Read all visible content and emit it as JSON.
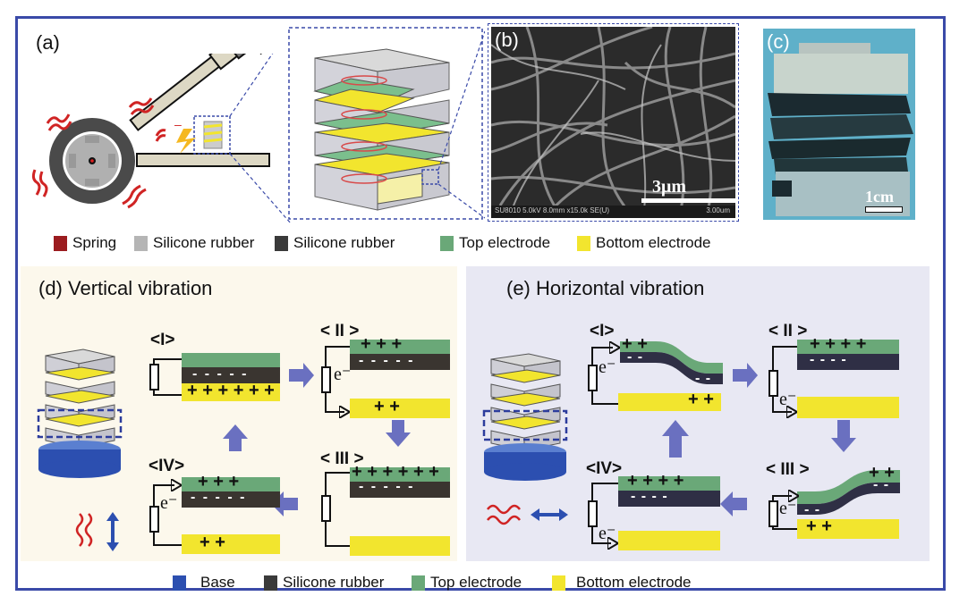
{
  "figure": {
    "panels": {
      "a": {
        "label": "(a)"
      },
      "b": {
        "label": "(b)",
        "scale_bar": "3μm",
        "sem_footer_left": "SU8010 5.0kV 8.0mm x15.0k SE(U)",
        "sem_footer_right": "3.00um"
      },
      "c": {
        "label": "(c)",
        "scale_bar": "1cm"
      },
      "d": {
        "title": "(d) Vertical vibration",
        "stages": {
          "I": "<I>",
          "II": "< II >",
          "III": "< III >",
          "IV": "<IV>"
        },
        "electron": "e⁻"
      },
      "e": {
        "title": "(e) Horizontal vibration",
        "stages": {
          "I": "<I>",
          "II": "< II >",
          "III": "< III >",
          "IV": "<IV>"
        },
        "electron": "e⁻"
      }
    },
    "legend_top": [
      {
        "label": "Spring",
        "color": "#9b1c1f"
      },
      {
        "label": "Silicone rubber",
        "color": "#b5b5b5"
      },
      {
        "label": "Silicone rubber",
        "color": "#3a3a3a"
      },
      {
        "label": "Top electrode",
        "color": "#6aa878"
      },
      {
        "label": "Bottom electrode",
        "color": "#f2e52e"
      }
    ],
    "legend_bottom": [
      {
        "label": "Base",
        "color": "#2c4fb0"
      },
      {
        "label": "Silicone rubber",
        "color": "#3a3a3a"
      },
      {
        "label": "Top electrode",
        "color": "#6aa878"
      },
      {
        "label": "Bottom electrode",
        "color": "#f2e52e"
      }
    ],
    "charges": {
      "d_I_bottom": "+ + + + + +",
      "d_I_mid": "-  -  -  -  -",
      "d_II_top": "+   +   +",
      "d_II_mid": "-  -  -  -  -",
      "d_II_bottom": "+     +",
      "d_III_top": "+ + + + + +",
      "d_III_mid": "-  -  -  -  -",
      "d_IV_top": "+   +   +",
      "d_IV_mid": "-  -  -  -  -",
      "d_IV_bottom": "+     +",
      "e_I_top": "+ +",
      "e_I_mid_left": "-  -",
      "e_I_mid_right": "-  -",
      "e_I_bottom": "+ +",
      "e_II_top": "+ +      + +",
      "e_II_mid": "-  -        -  -",
      "e_III_top": "+ +",
      "e_III_mid_right": "-  -",
      "e_III_mid_left": "-  -",
      "e_III_bottom": "+ +",
      "e_IV_top": "+ +      + +",
      "e_IV_mid": "-  -        -  -"
    },
    "colors": {
      "frame": "#3a4aa8",
      "top_electrode": "#6aa878",
      "bottom_electrode": "#f2e52e",
      "rubber_dark": "#3a3530",
      "rubber_navy": "#2f2f45",
      "arrow": "#6a70c0",
      "spring": "#d02424"
    }
  }
}
